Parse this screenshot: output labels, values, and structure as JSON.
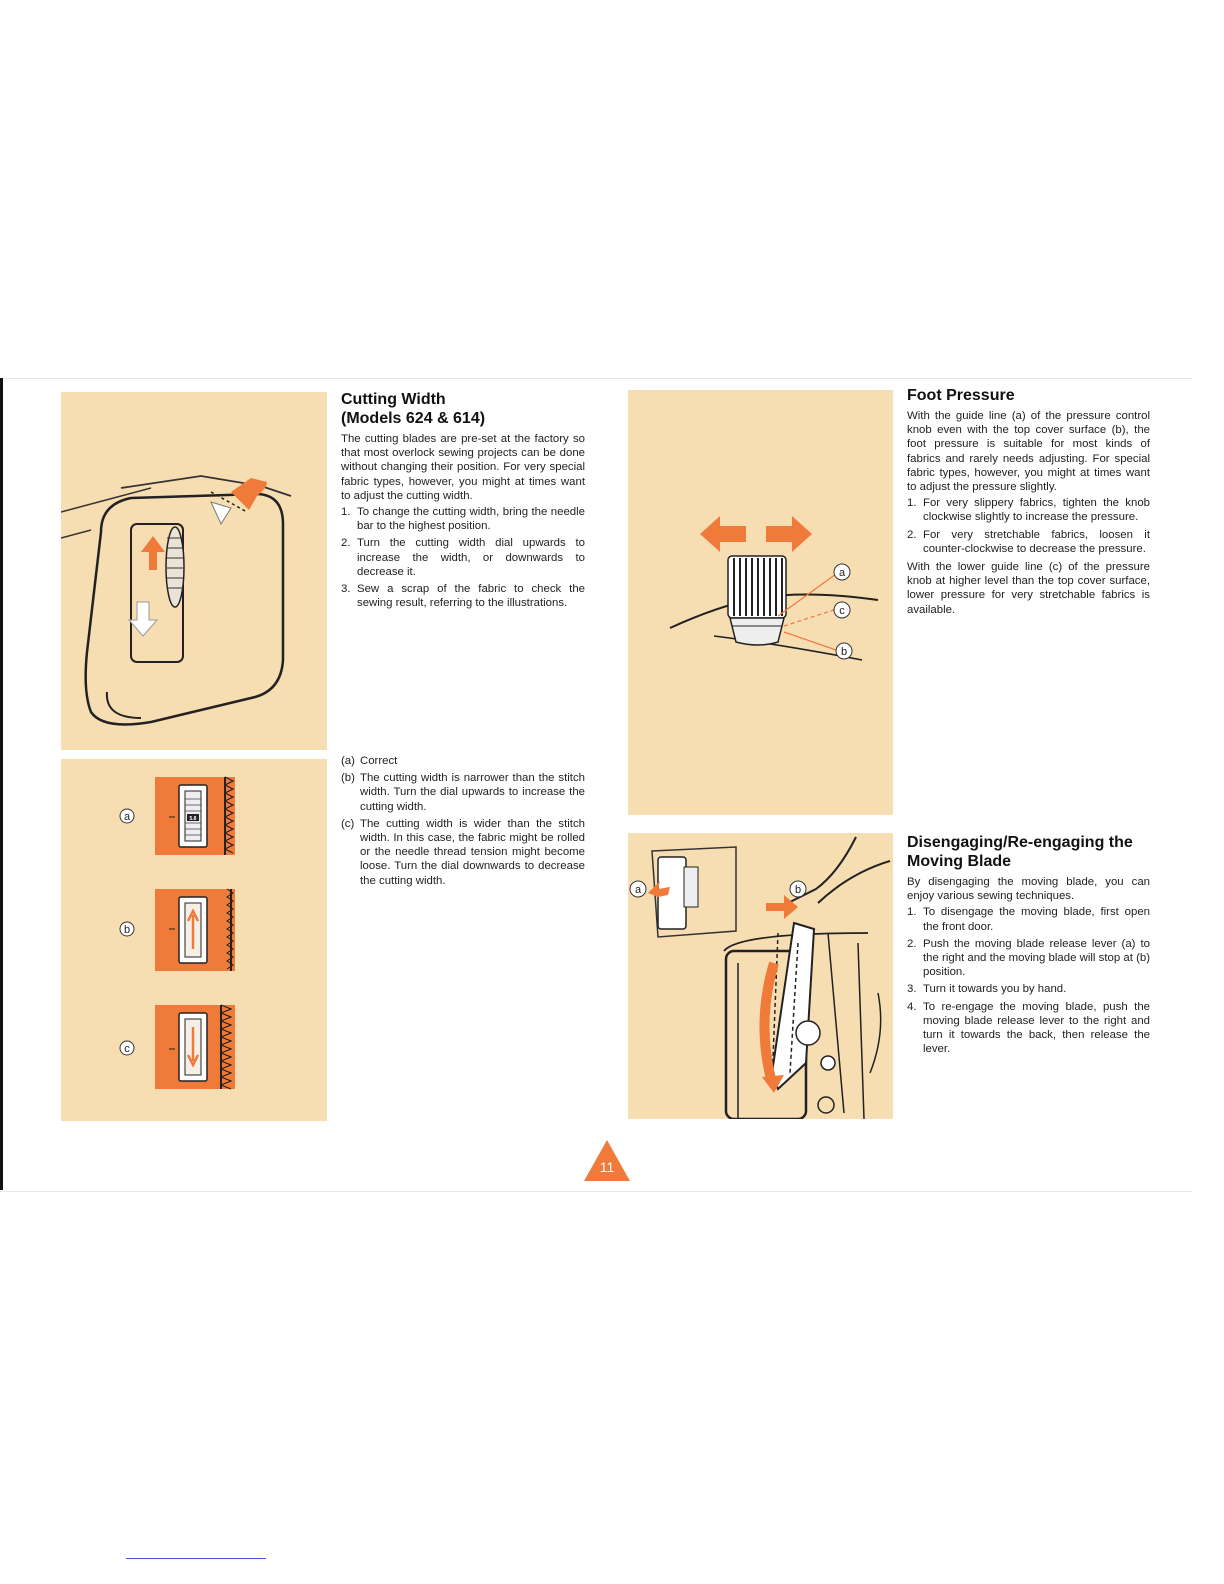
{
  "cutting_width": {
    "title_line1": "Cutting Width",
    "title_line2": "(Models 624 & 614)",
    "intro": "The cutting blades are pre-set at the factory so that most overlock sewing projects can be done without changing their position. For very special fabric types, however, you might at times want to adjust the cutting width.",
    "steps": [
      {
        "num": "1.",
        "text": "To change the cutting width, bring the needle bar to the highest position."
      },
      {
        "num": "2.",
        "text": "Turn the cutting width dial upwards to increase the width, or downwards to decrease it."
      },
      {
        "num": "3.",
        "text": "Sew a scrap of the fabric to check the sewing result, referring to the illustrations."
      }
    ],
    "results": [
      {
        "label": "(a)",
        "text": "Correct"
      },
      {
        "label": "(b)",
        "text": "The cutting width is narrower than the stitch width. Turn the dial upwards to increase the cutting width."
      },
      {
        "label": "(c)",
        "text": "The cutting width is wider than the stitch width. In this case, the fabric might be rolled or the needle thread tension might become loose. Turn the dial downwards to decrease the cutting width."
      }
    ],
    "dial_marks": [
      "a",
      "b",
      "c"
    ],
    "dial_value": "5.8"
  },
  "foot_pressure": {
    "title": "Foot Pressure",
    "intro": "With the guide line (a) of the pressure control knob even with the top cover surface (b), the foot pressure is suitable for most kinds of fabrics and rarely needs adjusting. For special fabric types, however, you might at times want to adjust the pressure slightly.",
    "steps": [
      {
        "num": "1.",
        "text": "For very slippery fabrics, tighten the knob clockwise slightly to increase the pressure."
      },
      {
        "num": "2.",
        "text": "For very stretchable fabrics, loosen it counter-clockwise to decrease the pressure."
      }
    ],
    "outro": "With the lower guide line (c) of the pressure knob at higher level than the top cover surface, lower pressure for very stretchable fabrics is available.",
    "callouts": [
      "a",
      "c",
      "b"
    ]
  },
  "moving_blade": {
    "title_line1": "Disengaging/Re-engaging the",
    "title_line2": "Moving Blade",
    "intro": "By disengaging the moving blade, you can enjoy various sewing techniques.",
    "steps": [
      {
        "num": "1.",
        "text": "To disengage the moving blade, first open the front door."
      },
      {
        "num": "2.",
        "text": "Push the moving blade release lever (a) to the right and the moving blade will stop at (b) position."
      },
      {
        "num": "3.",
        "text": "Turn it towards you by hand."
      },
      {
        "num": "4.",
        "text": "To re-engage the moving blade, push the moving blade release lever to the right and turn it towards the back, then release the lever."
      }
    ],
    "callouts": [
      "a",
      "b"
    ]
  },
  "page": {
    "number": "11"
  },
  "colors": {
    "panel": "#f7ddb2",
    "accent": "#f07a3a",
    "ink": "#1a1a1a"
  }
}
